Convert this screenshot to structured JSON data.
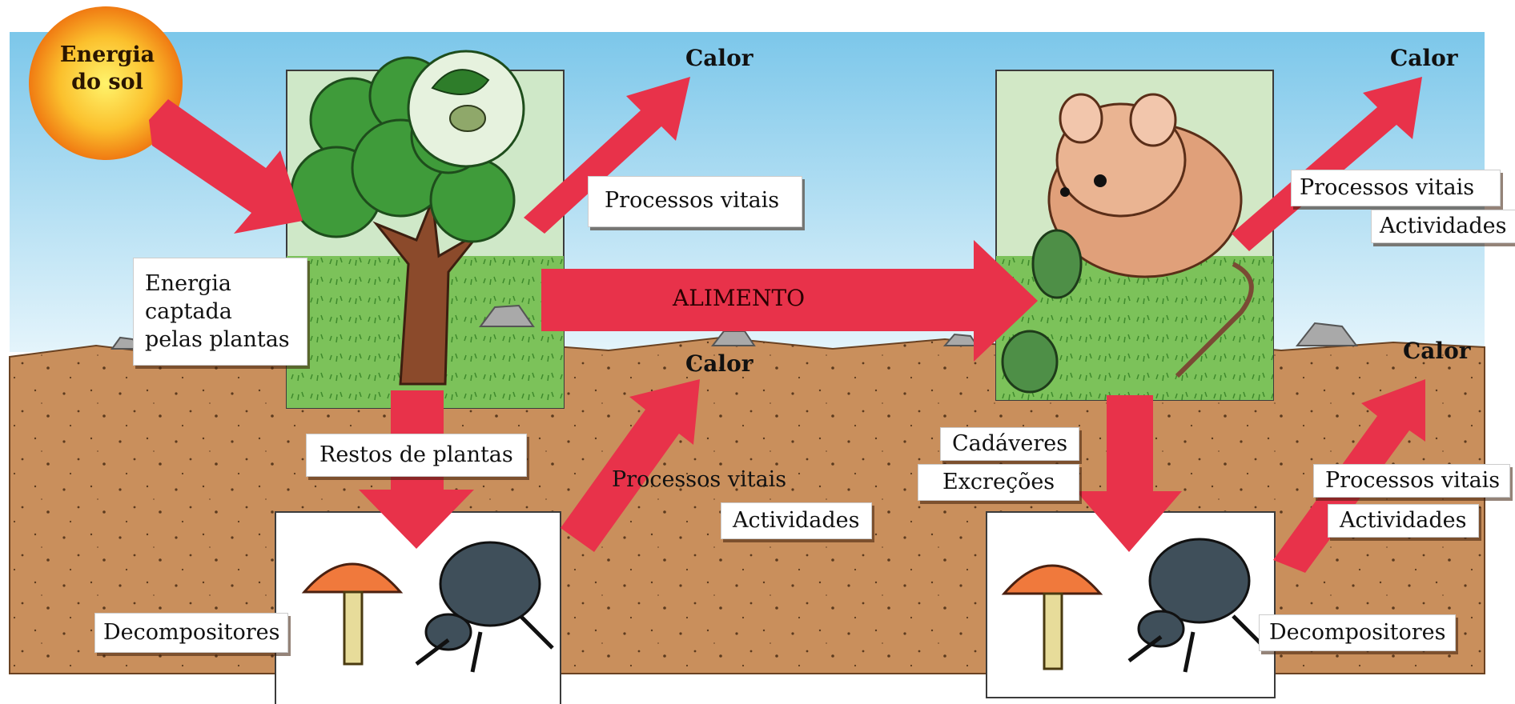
{
  "sun": {
    "line1": "Energia",
    "line2": "do sol"
  },
  "food_flow": "ALIMENTO",
  "producer": {
    "energy_label": "Energia captada pelas plantas",
    "heat": "Calor",
    "vital_processes": "Processos vitais",
    "remains": "Restos de plantas"
  },
  "consumer": {
    "heat": "Calor",
    "vital_processes": "Processos vitais",
    "activities": "Actividades",
    "corpses": "Cadáveres",
    "excretions": "Excreções"
  },
  "decomposers_left": {
    "heat": "Calor",
    "vital_processes": "Processos vitais",
    "activities": "Actividades",
    "label": "Decompositores"
  },
  "decomposers_right": {
    "heat": "Calor",
    "vital_processes": "Processos vitais",
    "activities": "Actividades",
    "label": "Decompositores"
  },
  "colors": {
    "arrow": "#e8324a",
    "sky": "#b9e2f4",
    "soil": "#c98f5c",
    "sun": "#f7a21b"
  }
}
